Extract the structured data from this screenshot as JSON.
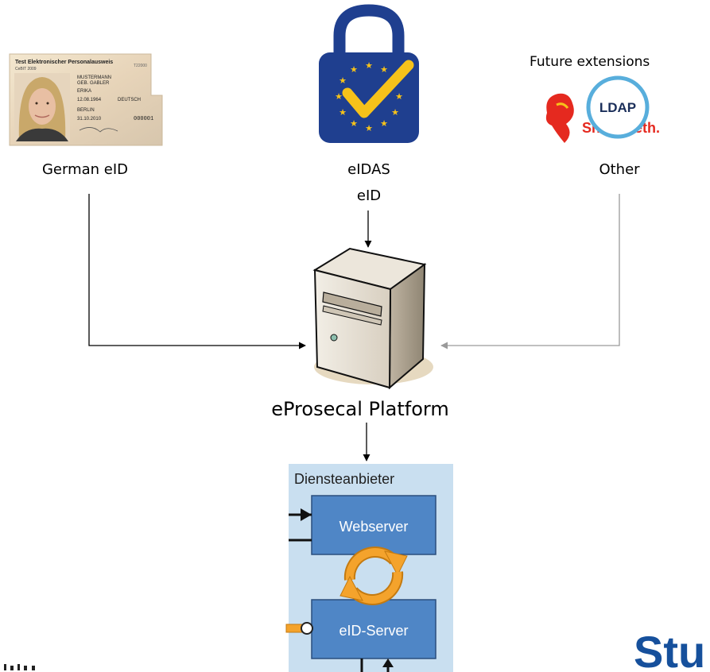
{
  "sources": {
    "german_eid": {
      "label": "German eID",
      "card_header": "Test Elektronischer Personalausweis",
      "card_year": "CeBIT 2009",
      "card_name": "MUSTERMANN",
      "card_birth_name": "GEB. GABLER",
      "card_given_name": "ERIKA",
      "card_dob": "12.08.1964",
      "card_nationality": "DEUTSCH",
      "card_place": "BERLIN",
      "card_expiry": "31.10.2010",
      "card_number": "000001",
      "card_id_code": "T22000"
    },
    "eidas": {
      "label_line1": "eIDAS",
      "label_line2": "eID"
    },
    "other": {
      "label": "Other",
      "heading": "Future extensions",
      "ldap_label": "LDAP",
      "shibboleth_label": "Shibboleth."
    }
  },
  "platform": {
    "label": "eProsecal Platform"
  },
  "service_provider": {
    "title": "Diensteanbieter",
    "webserver_label": "Webserver",
    "eid_server_label": "eID-Server"
  },
  "footer": {
    "partial_logo_text": "Stu"
  },
  "colors": {
    "eidas_blue": "#1f3f8f",
    "eidas_check": "#f6c21a",
    "sp_panel": "#c9dff0",
    "sp_box": "#4f86c6",
    "sync_orange": "#f4a32c",
    "logo_blue": "#16509c",
    "shibboleth_red": "#e5291f"
  }
}
